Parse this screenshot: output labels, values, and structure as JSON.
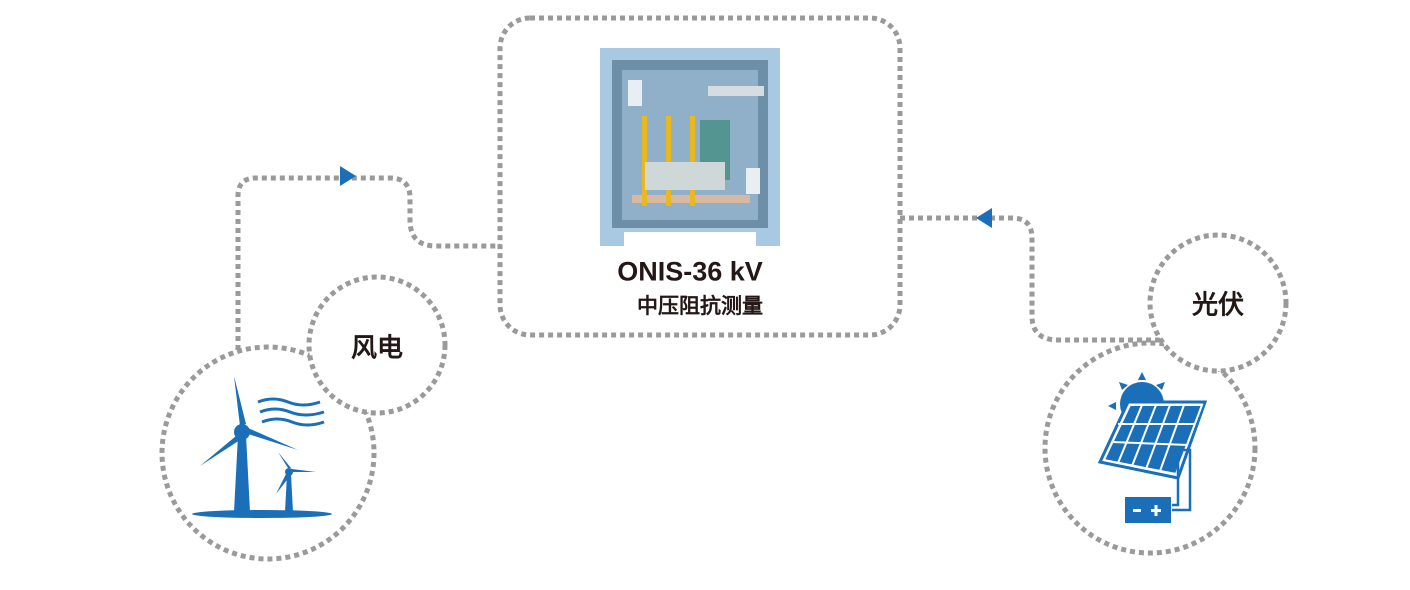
{
  "device": {
    "model": "ONIS-36 kV",
    "description": "中压阻抗测量"
  },
  "sources": [
    {
      "label": "风电",
      "icon": "wind-turbine-icon"
    },
    {
      "label": "光伏",
      "icon": "solar-panel-icon"
    }
  ],
  "colors": {
    "accent": "#1a6fb8",
    "dotted_line": "#9a9a9a",
    "text": "#231815",
    "container": "#a9c8e2"
  }
}
